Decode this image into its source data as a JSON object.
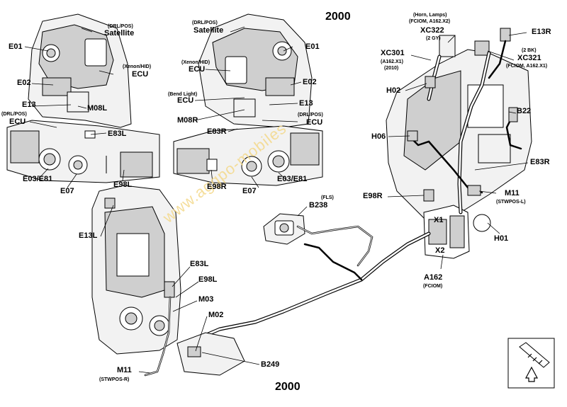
{
  "year_top": "2000",
  "year_bottom": "2000",
  "watermark": "www.aggpo-mobiles",
  "left_lamp": {
    "satellite_note": "(DRL/POS)",
    "satellite": "Satellite",
    "ecu_note": "(Xenon/HID)",
    "ecu": "ECU",
    "drl_ecu_note": "(DRL/POS)",
    "drl_ecu": "ECU",
    "e01": "E01",
    "e02": "E02",
    "e13": "E13",
    "m08l": "M08L",
    "e83l": "E83L",
    "e03_e81": "E03/E81",
    "e07": "E07",
    "e98l": "E98L"
  },
  "right_lamp": {
    "satellite_note": "(DRL/POS)",
    "satellite": "Satellite",
    "ecu_note": "(Xenon/HID)",
    "ecu": "ECU",
    "bend_note": "(Bend Light)",
    "bend_ecu": "ECU",
    "drl_ecu_note": "(DRL/POS)",
    "drl_ecu": "ECU",
    "e01": "E01",
    "e02": "E02",
    "e13": "E13",
    "m08r": "M08R",
    "e83r": "E83R",
    "e03_e81": "E03/E81",
    "e07": "E07",
    "e98r": "E98R"
  },
  "engine_bay": {
    "horn_note": "(Horn, Lamps)",
    "fciom_note": "(FCIOM, A162.X2)",
    "xc322": "XC322",
    "xc322_note": "(2 GY)",
    "e13r": "E13R",
    "bk_note": "(2 BK)",
    "xc321": "XC321",
    "xc321_note": "(FCIOM, A162.X1)",
    "xc301": "XC301",
    "xc301_note1": "(A162.X1)",
    "xc301_note2": "(2010)",
    "h02": "H02",
    "b22": "B22",
    "h06": "H06",
    "e83r": "E83R",
    "e98r": "E98R",
    "m11": "M11",
    "m11_note": "(STWPOS-L)",
    "fls_note": "(FLS)",
    "b238": "B238",
    "x1": "X1",
    "x2": "X2",
    "h01": "H01",
    "a162": "A162",
    "a162_note": "(FCIOM)"
  },
  "lower_left": {
    "e13l": "E13L",
    "e83l": "E83L",
    "e98l": "E98L",
    "m03": "M03",
    "m02": "M02",
    "b249": "B249",
    "m11": "M11",
    "m11_note": "(STWPOS-R)"
  },
  "orientation_icon": "vehicle-front-arrow-icon"
}
